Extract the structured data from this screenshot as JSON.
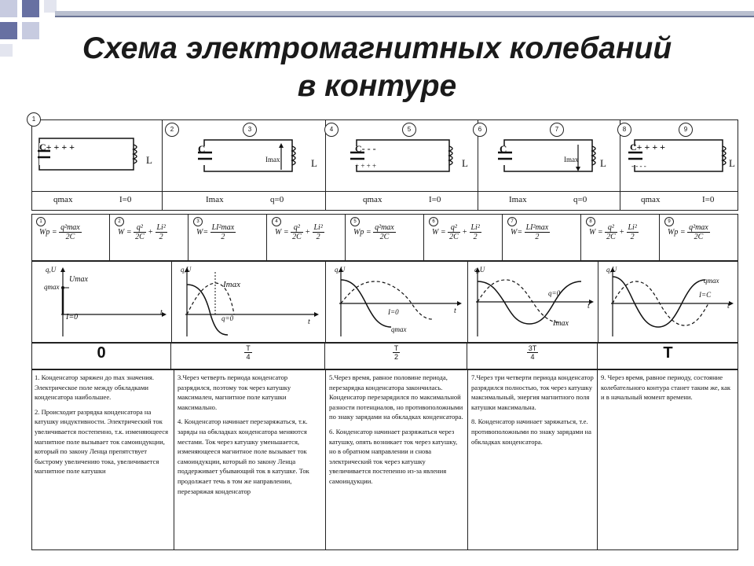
{
  "slide": {
    "title_line1": "Схема электромагнитных колебаний",
    "title_line2": "в контуре"
  },
  "circuits": [
    {
      "n": "1",
      "cap_sign": "С+ + + +",
      "lbl_l": "L",
      "state_left": "qmax",
      "state_right": "I=0"
    },
    {
      "n": "2",
      "n2": "3",
      "cap_sign": "С",
      "lbl_l": "L",
      "lbl_i": "Imax",
      "state_left": "Imax",
      "state_right": "q=0"
    },
    {
      "n": "4",
      "n2": "5",
      "cap_sign": "С- - -",
      "cap_sign2": "+ + + +",
      "lbl_l": "L",
      "state_left": "qmax",
      "state_right": "I=0"
    },
    {
      "n": "6",
      "n2": "7",
      "cap_sign": "С",
      "lbl_l": "L",
      "lbl_i": "Imax",
      "state_left": "Imax",
      "state_right": "q=0"
    },
    {
      "n": "8",
      "n2": "9",
      "cap_sign": "С+ + + +",
      "cap_sign2": "- - - -",
      "lbl_l": "L",
      "state_left": "qmax",
      "state_right": "I=0"
    }
  ],
  "formulas": [
    {
      "n": "1",
      "w": "Wp =",
      "num": "q²max",
      "den": "2C"
    },
    {
      "n": "2",
      "w": "W =",
      "num": "q²",
      "den": "2C",
      "num2": "Li²",
      "den2": "2"
    },
    {
      "n": "3",
      "w": "W=",
      "num": "LI²max",
      "den": "2"
    },
    {
      "n": "4",
      "w": "W =",
      "num": "q²",
      "den": "2C",
      "num2": "Li²",
      "den2": "2"
    },
    {
      "n": "5",
      "w": "Wp =",
      "num": "q²max",
      "den": "2C"
    },
    {
      "n": "6",
      "w": "W =",
      "num": "q²",
      "den": "2C",
      "num2": "Li²",
      "den2": "2"
    },
    {
      "n": "7",
      "w": "W=",
      "num": "LI²max",
      "den": "2"
    },
    {
      "n": "8",
      "w": "W =",
      "num": "q²",
      "den": "2C",
      "num2": "Li²",
      "den2": "2"
    },
    {
      "n": "9",
      "w": "Wp =",
      "num": "q²max",
      "den": "2C"
    }
  ],
  "graphs": [
    {
      "axis_y": "q,U",
      "label_a": "Umax",
      "label_b": "qmax",
      "label_c": "I=0",
      "axis_x": "t"
    },
    {
      "axis_y": "q,U",
      "label_a": "Imax",
      "label_b": "q=0",
      "axis_x": "t"
    },
    {
      "axis_y": "q,U",
      "label_a": "I=0",
      "label_b": "qmax",
      "axis_x": "t"
    },
    {
      "axis_y": "q,U",
      "label_a": "q=0",
      "label_b": "Imax",
      "axis_x": "t"
    },
    {
      "axis_y": "q,U",
      "label_a": "qmax",
      "label_b": "I=C",
      "axis_x": "t"
    }
  ],
  "phases": [
    {
      "kind": "plain",
      "text": "0"
    },
    {
      "kind": "frac",
      "num": "T",
      "den": "4"
    },
    {
      "kind": "frac",
      "num": "T",
      "den": "2"
    },
    {
      "kind": "frac",
      "num": "3T",
      "den": "4"
    },
    {
      "kind": "plain",
      "text": "T"
    }
  ],
  "descriptions": [
    [
      "1. Конденсатор заряжен до max значения. Электрическое поле между обкладками конденсатора наибольшее.",
      "2. Происходит разрядка конденсатора на катушку индуктивности. Электрический ток увеличивается постепенно, т.к. изменяющееся магнитное поле вызывает ток самоиндукции, который по закону Ленца препятствует быстрому увеличению тока, увеличивается магнитное поле катушки"
    ],
    [
      "3.Через четверть периода конденсатор разрядился, поэтому ток через катушку максимален, магнитное поле катушки максимально.",
      "4. Конденсатор начинает перезаряжаться, т.к. заряды на обкладках конденсатора меняются местами. Ток через катушку уменьшается, изменяющееся магнитное поле вызывает ток самоиндукции, который по закону Ленца поддерживает убывающий ток в катушке. Ток продолжает течь в том же направлении, перезаряжая конденсатор"
    ],
    [
      "5.Через время, равное половине периода, перезарядка конденсатора закончилась. Конденсатор перезарядился по максимальной разности потенциалов, но противоположными по знаку зарядами на обкладках конденсатора.",
      "6. Конденсатор начинает разряжаться через катушку, опять возникает ток через катушку, но в обратном направлении и снова электрический ток через катушку увеличивается постепенно из-за явления самоиндукции."
    ],
    [
      "7.Через три четверти периода конденсатор разрядился полностью, ток через катушку максимальный, энергия магнитного поля катушки максимальна.",
      "8. Конденсатор начинает заряжаться, т.е. противоположными по знаку зарядами на обкладках конденсатора."
    ],
    [
      "9. Через время, равное периоду, состояние колебательного контура станет таким же, как и в начальный момент времени."
    ]
  ]
}
